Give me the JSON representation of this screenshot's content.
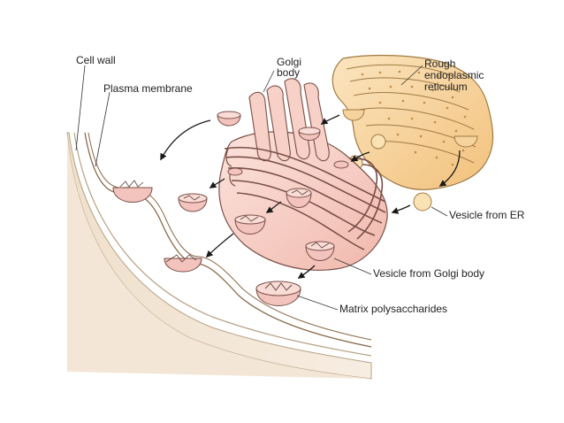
{
  "labels": {
    "cell_wall": "Cell wall",
    "plasma_membrane": "Plasma membrane",
    "golgi_line1": "Golgi",
    "golgi_line2": "body",
    "rer_line1": "Rough",
    "rer_line2": "endoplasmic",
    "rer_line3": "reticulum",
    "vesicle_er": "Vesicle from ER",
    "vesicle_golgi": "Vesicle from Golgi body",
    "matrix": "Matrix polysaccharides"
  },
  "colors": {
    "cell_wall_fill": "#f3e6d6",
    "cell_wall_edge": "#b8a184",
    "golgi_fill": "#f6c9c0",
    "golgi_edge": "#7a4f47",
    "vesicle_fill": "#f3c4be",
    "er_fill": "#f6d29c",
    "er_edge": "#a07a44",
    "arrow": "#1a1a1a",
    "label_text": "#222222"
  }
}
